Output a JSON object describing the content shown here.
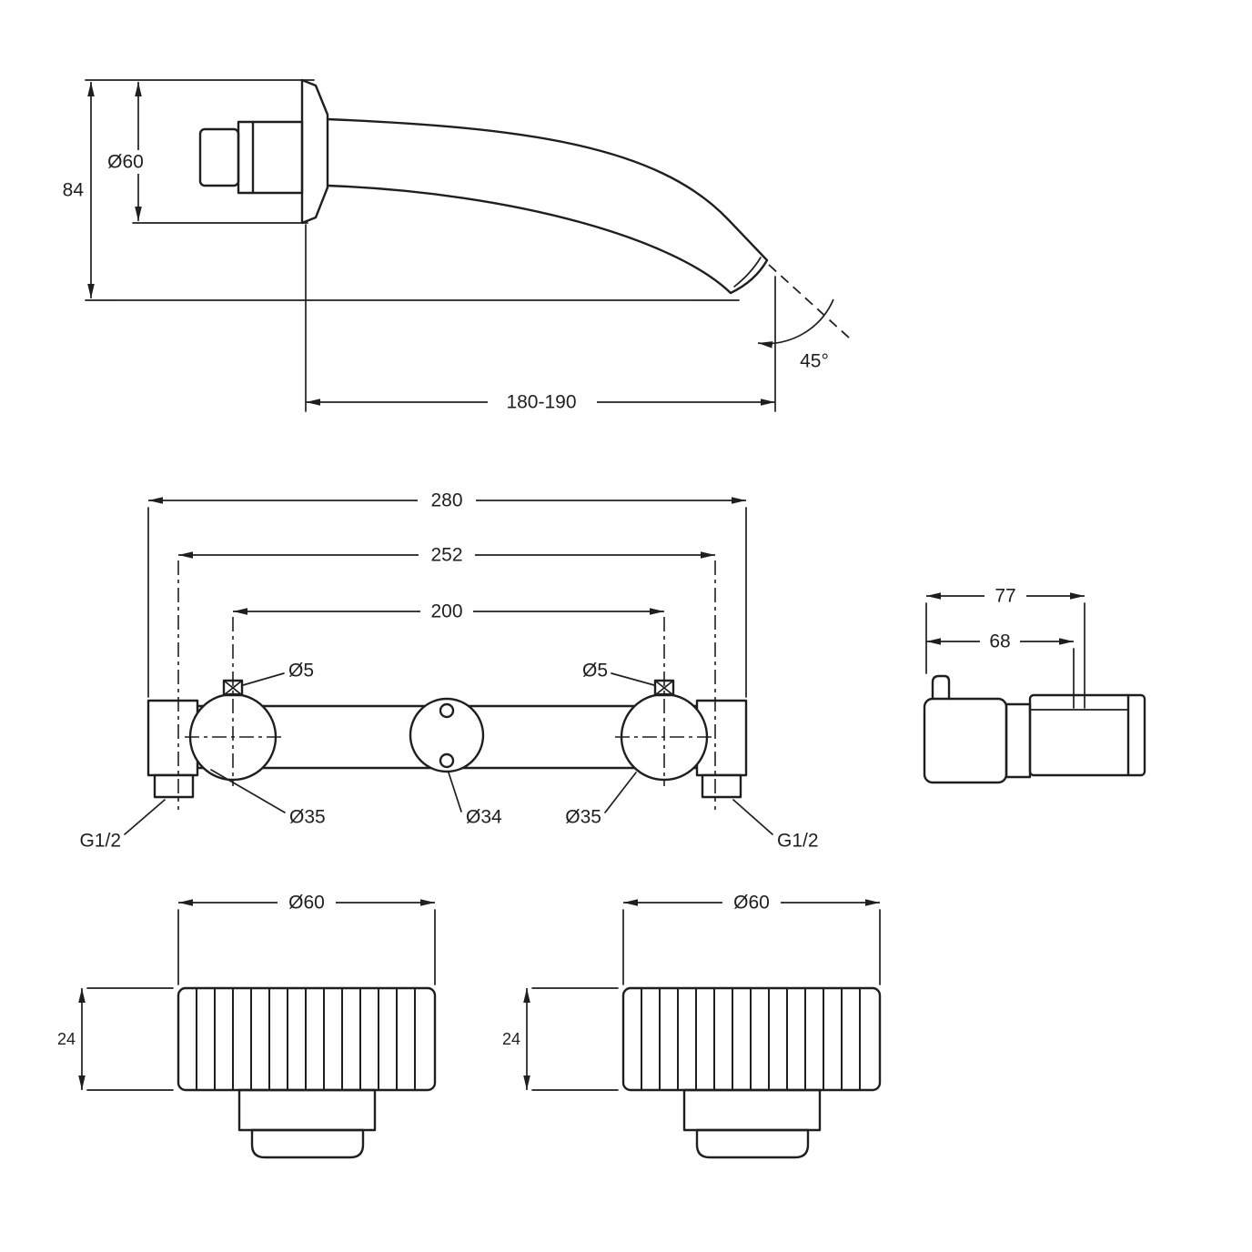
{
  "spout": {
    "height": "84",
    "flange_diameter": "Ø60",
    "reach": "180-190",
    "outlet_angle": "45°"
  },
  "manifold": {
    "overall_width": "280",
    "port_spacing": "252",
    "valve_spacing": "200",
    "screw_hole_left": "Ø5",
    "screw_hole_right": "Ø5",
    "valve_diameter_left": "Ø35",
    "valve_diameter_right": "Ø35",
    "center_hole_diameter": "Ø34",
    "thread_left": "G1/2",
    "thread_right": "G1/2"
  },
  "valve_side": {
    "overall_depth": "77",
    "body_depth": "68"
  },
  "handle_left": {
    "diameter": "Ø60",
    "height": "24"
  },
  "handle_right": {
    "diameter": "Ø60",
    "height": "24"
  }
}
